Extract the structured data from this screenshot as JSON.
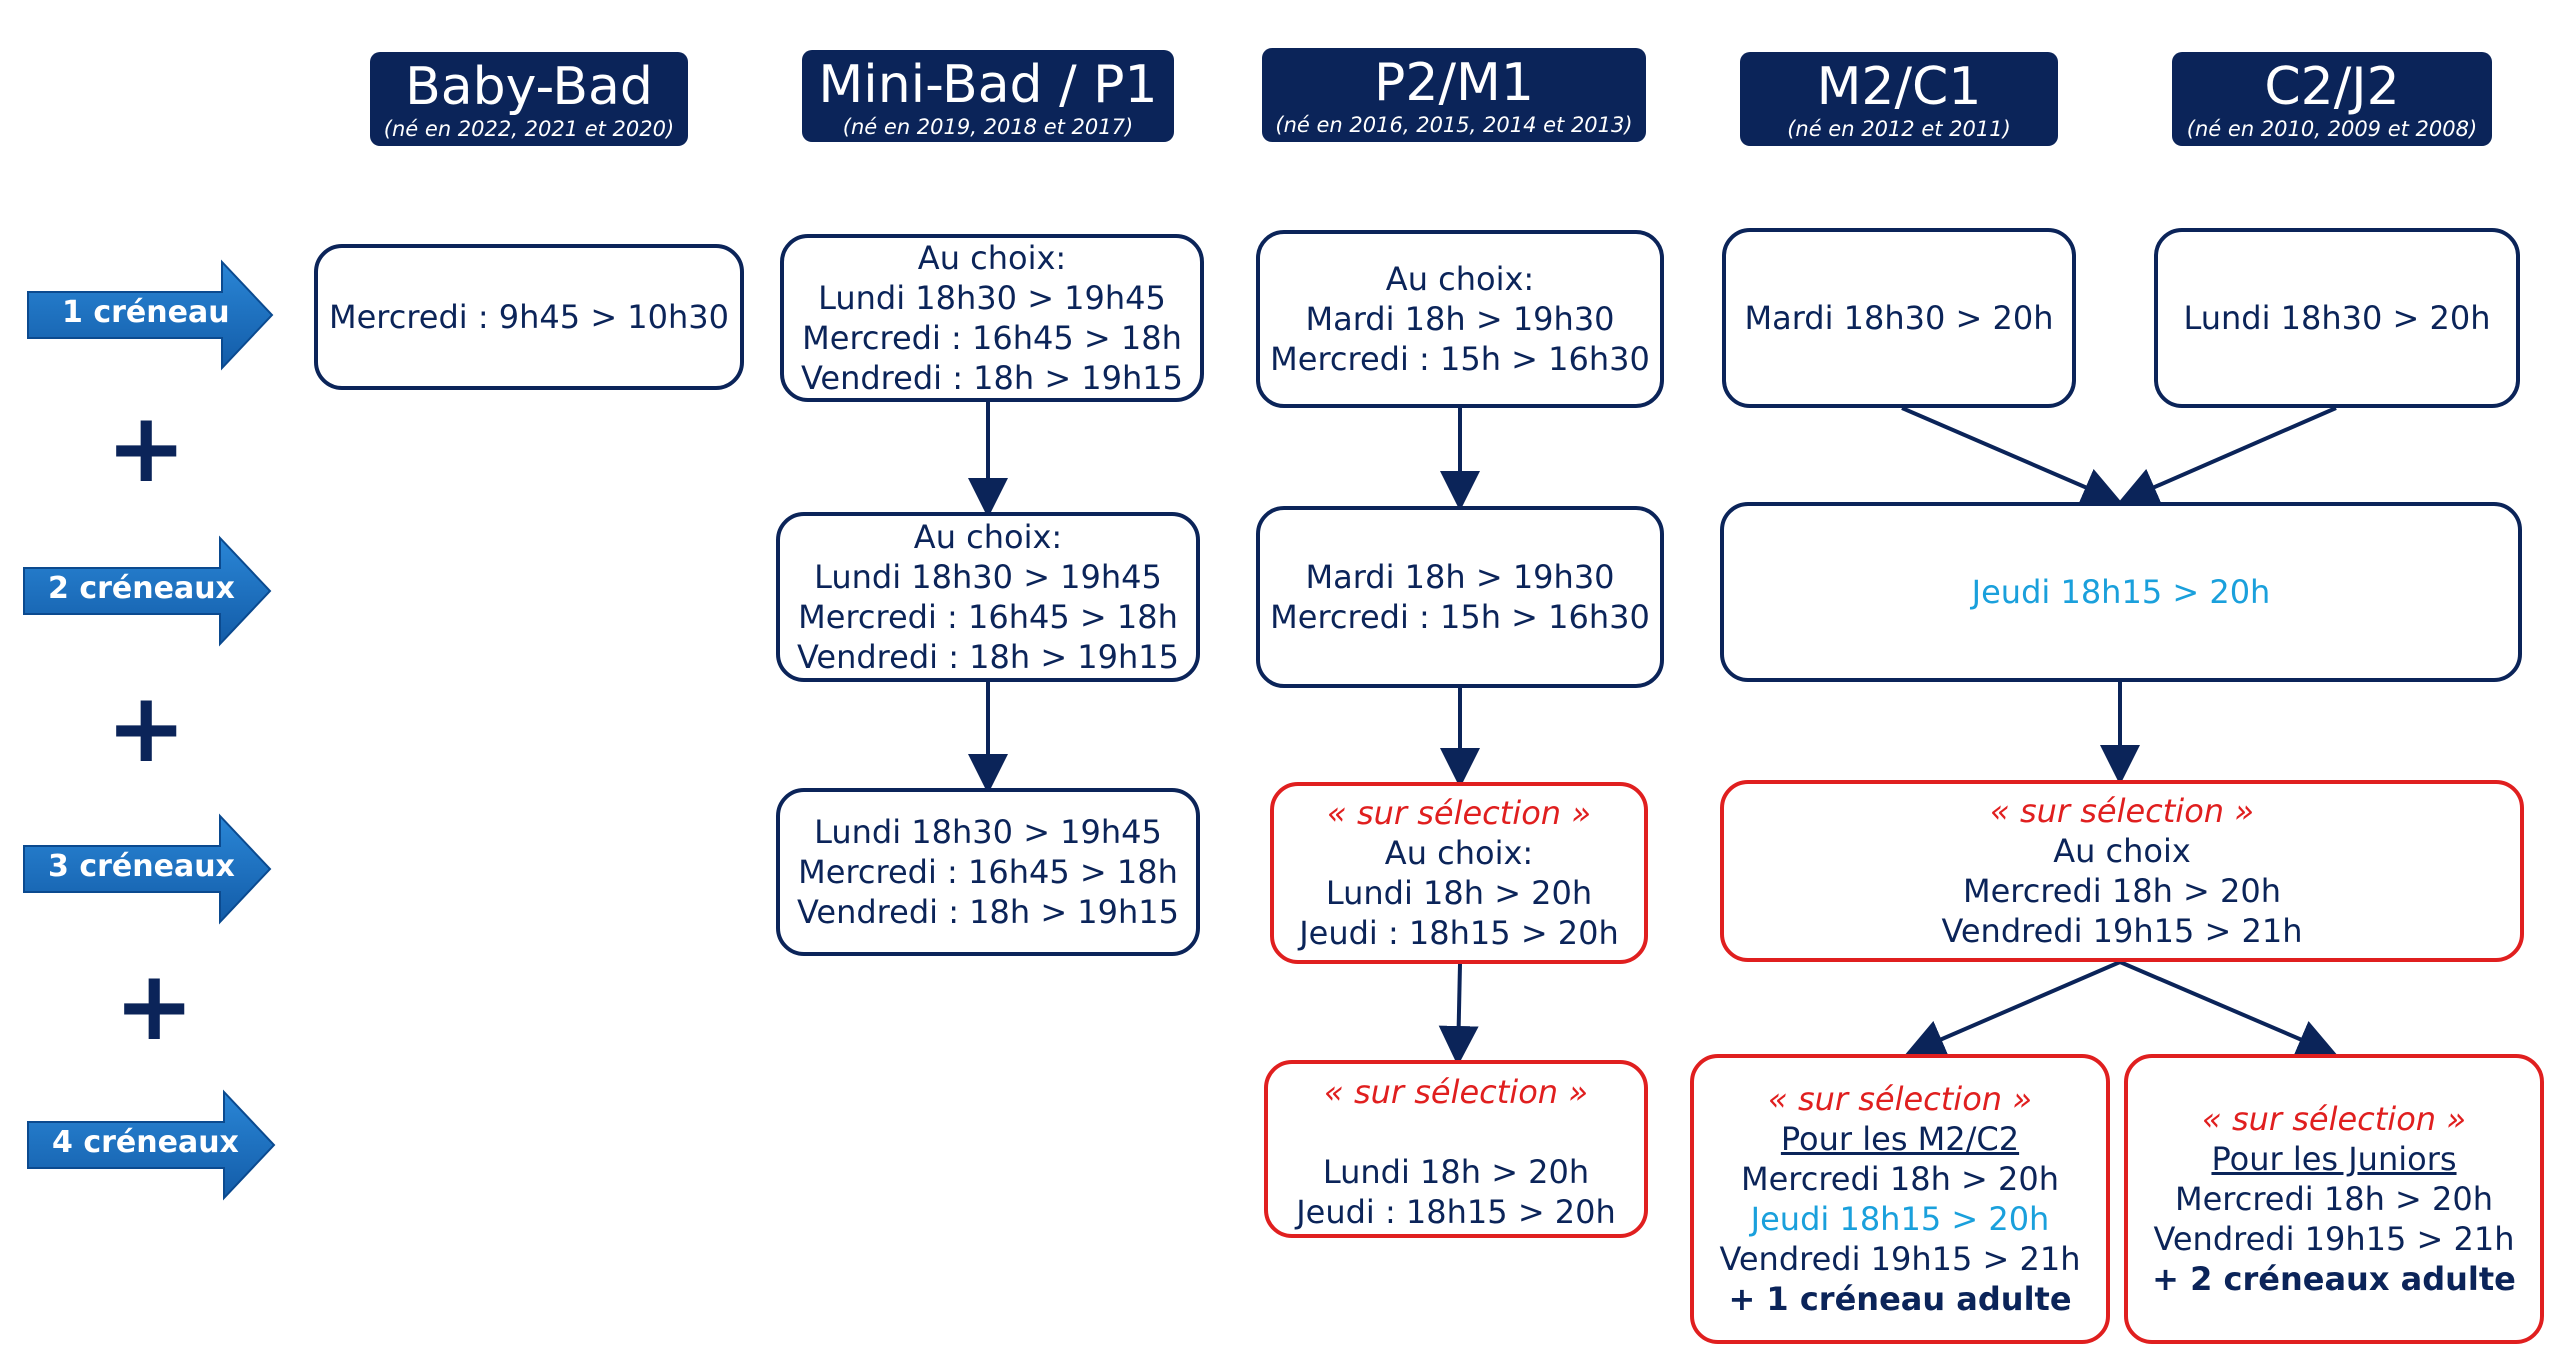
{
  "headers": [
    {
      "title": "Baby-Bad",
      "sub": "(né en 2022, 2021 et 2020)"
    },
    {
      "title": "Mini-Bad / P1",
      "sub": "(né en 2019, 2018 et 2017)"
    },
    {
      "title": "P2/M1",
      "sub": "(né en 2016, 2015, 2014 et 2013)"
    },
    {
      "title": "M2/C1",
      "sub": "(né en 2012 et 2011)"
    },
    {
      "title": "C2/J2",
      "sub": "(né en 2010, 2009 et 2008)"
    }
  ],
  "rows": [
    {
      "label": "1 créneau"
    },
    {
      "label": "2 créneaux"
    },
    {
      "label": "3 créneaux"
    },
    {
      "label": "4 créneaux"
    }
  ],
  "plus_sign": "+",
  "boxes": {
    "babybad_1": [
      "Mercredi : 9h45 > 10h30"
    ],
    "minibad_1": [
      "Au choix:",
      "Lundi 18h30 > 19h45",
      "Mercredi : 16h45 > 18h",
      "Vendredi : 18h > 19h15"
    ],
    "minibad_2": [
      "Au choix:",
      "Lundi 18h30 > 19h45",
      "Mercredi : 16h45 > 18h",
      "Vendredi : 18h > 19h15"
    ],
    "minibad_3": [
      "Lundi 18h30 > 19h45",
      "Mercredi : 16h45 > 18h",
      "Vendredi : 18h > 19h15"
    ],
    "p2m1_1": [
      "Au choix:",
      "Mardi 18h > 19h30",
      "Mercredi : 15h > 16h30"
    ],
    "p2m1_2": [
      "Mardi 18h > 19h30",
      "Mercredi : 15h > 16h30"
    ],
    "p2m1_3": [
      "« sur sélection »",
      "Au choix:",
      "Lundi 18h > 20h",
      "Jeudi : 18h15 > 20h"
    ],
    "p2m1_4": [
      "« sur sélection »",
      "Lundi 18h > 20h",
      "Jeudi : 18h15 > 20h"
    ],
    "m2c1_1": [
      "Mardi 18h30 > 20h"
    ],
    "c2j2_1": [
      "Lundi 18h30 > 20h"
    ],
    "shared_2": [
      "Jeudi 18h15 > 20h"
    ],
    "shared_3": [
      "« sur sélection »",
      "Au choix",
      "Mercredi 18h > 20h",
      "Vendredi 19h15 > 21h"
    ],
    "m2c2_4": [
      "« sur sélection »",
      "Pour les M2/C2",
      "Mercredi 18h > 20h",
      "Jeudi 18h15 > 20h",
      "Vendredi 19h15 > 21h",
      "+ 1 créneau adulte"
    ],
    "juniors_4": [
      "« sur sélection »",
      "Pour les Juniors",
      "Mercredi 18h > 20h",
      "Vendredi 19h15 > 21h",
      "+ 2 créneaux adulte"
    ]
  },
  "colors": {
    "navy": "#0b2459",
    "arrow_blue": "#1a6fc0",
    "selection_red": "#e01f1f",
    "highlight_blue": "#1aa0dc"
  }
}
